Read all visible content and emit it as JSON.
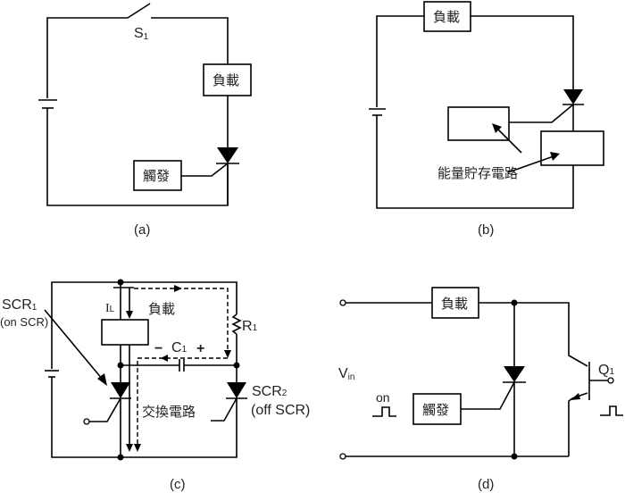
{
  "panels": {
    "a": {
      "caption": "(a)",
      "switch_label": "S",
      "switch_sub": "1",
      "load_label": "負載",
      "trigger_label": "觸發"
    },
    "b": {
      "caption": "(b)",
      "load_label": "負載",
      "storage_label": "能量貯存電路"
    },
    "c": {
      "caption": "(c)",
      "scr1_label": "SCR",
      "scr1_sub": "1",
      "scr1_note": "(on SCR)",
      "current_label": "I",
      "current_sub": "L",
      "load_label": "負載",
      "cap_minus": "−",
      "cap_label": "C",
      "cap_sub": "1",
      "cap_plus": "+",
      "res_label": "R",
      "res_sub": "1",
      "commutation_label": "交換電路",
      "scr2_label": "SCR",
      "scr2_sub": "2",
      "scr2_note": "(off SCR)"
    },
    "d": {
      "caption": "(d)",
      "load_label": "負載",
      "trigger_label": "觸發",
      "vin_label": "V",
      "vin_sub": "in",
      "on_label": "on",
      "transistor_label": "Q",
      "transistor_sub": "1"
    }
  }
}
